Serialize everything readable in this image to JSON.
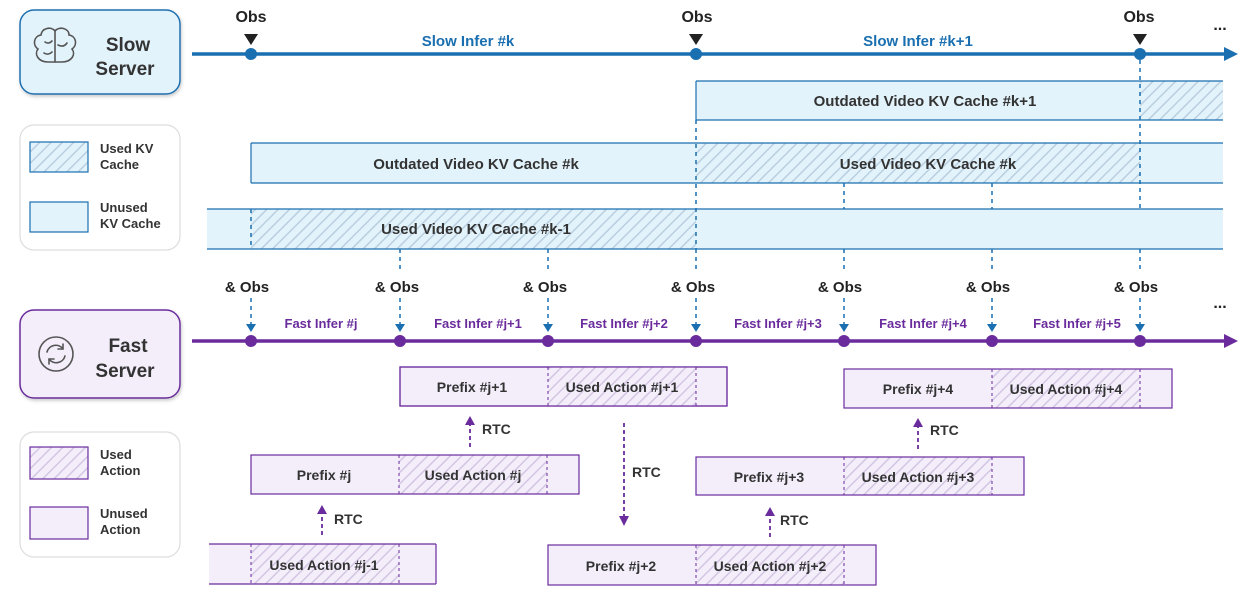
{
  "slow_server": {
    "label_line1": "Slow",
    "label_line2": "Server",
    "icon": "brain-icon",
    "accent": "#1a6fb0"
  },
  "fast_server": {
    "label_line1": "Fast",
    "label_line2": "Server",
    "icon": "cycle-icon",
    "accent": "#6a2c9c"
  },
  "slow_timeline": {
    "obs_label": "Obs",
    "ellipsis": "...",
    "infer_labels": [
      "Slow Infer #k",
      "Slow Infer #k+1"
    ]
  },
  "kv_caches": {
    "k1_outdated": "Outdated Video KV Cache #k+1",
    "k_outdated": "Outdated Video KV Cache #k",
    "k_used": "Used Video KV Cache #k",
    "km1_used": "Used Video KV Cache #k-1"
  },
  "kv_legend": {
    "used_line1": "Used KV",
    "used_line2": "Cache",
    "unused_line1": "Unused",
    "unused_line2": "KV Cache"
  },
  "fast_timeline": {
    "obs_label": "& Obs",
    "ellipsis": "...",
    "infer_labels": [
      "Fast Infer #j",
      "Fast Infer #j+1",
      "Fast Infer #j+2",
      "Fast Infer #j+3",
      "Fast Infer #j+4",
      "Fast Infer #j+5"
    ]
  },
  "action_legend": {
    "used_line1": "Used",
    "used_line2": "Action",
    "unused_line1": "Unused",
    "unused_line2": "Action"
  },
  "action_chunks": {
    "jm1_used": "Used Action #j-1",
    "j_prefix": "Prefix #j",
    "j_used": "Used Action #j",
    "j1_prefix": "Prefix #j+1",
    "j1_used": "Used Action #j+1",
    "j2_prefix": "Prefix #j+2",
    "j2_used": "Used Action #j+2",
    "j3_prefix": "Prefix #j+3",
    "j3_used": "Used Action #j+3",
    "j4_prefix": "Prefix #j+4",
    "j4_used": "Used Action #j+4"
  },
  "rtc_label": "RTC",
  "colors": {
    "blue_line": "#1a6fb0",
    "blue_fill": "#e3f3fb",
    "purple_line": "#6a2c9c",
    "purple_fill": "#f4eefb",
    "text": "#333333"
  }
}
